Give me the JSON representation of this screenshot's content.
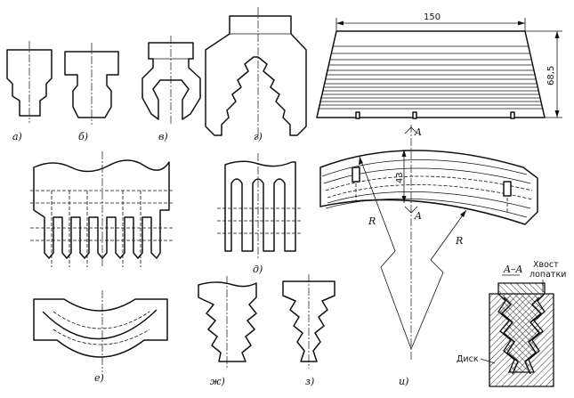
{
  "labels": {
    "a": "а)",
    "b": "б)",
    "v": "в)",
    "g": "г)",
    "d": "д)",
    "e": "е)",
    "zh": "ж)",
    "z": "з)",
    "i": "и)"
  },
  "dimensions": {
    "width": "150",
    "height": "68,5",
    "inner": "43"
  },
  "markers": {
    "section_top": "A",
    "section_bottom": "A",
    "radius_left": "R",
    "radius_right": "R"
  },
  "section_view": {
    "title": "A–A",
    "tail_line1": "Хвост",
    "tail_line2": "лопатки",
    "disk": "Диск"
  }
}
